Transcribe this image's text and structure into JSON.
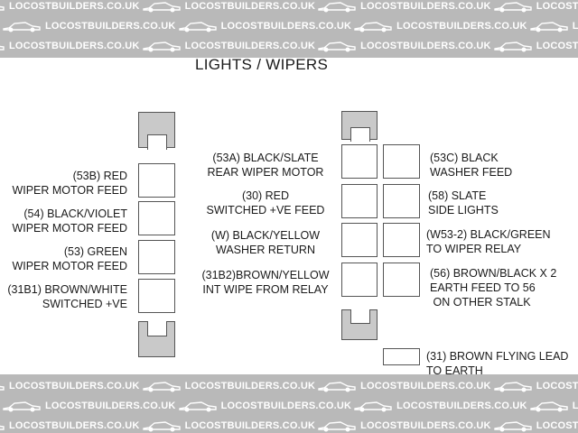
{
  "watermark": "LOCOSTBUILDERS.CO.UK",
  "title": "LIGHTS / WIPERS",
  "left_column": [
    {
      "line1": "(53B) RED",
      "line2": "WIPER MOTOR FEED"
    },
    {
      "line1": "(54) BLACK/VIOLET",
      "line2": "WIPER MOTOR FEED"
    },
    {
      "line1": "(53) GREEN",
      "line2": "WIPER MOTOR FEED"
    },
    {
      "line1": "(31B1) BROWN/WHITE",
      "line2": "SWITCHED +VE"
    }
  ],
  "middle_column": [
    {
      "line1": "(53A) BLACK/SLATE",
      "line2": "REAR WIPER MOTOR"
    },
    {
      "line1": "(30) RED",
      "line2": "SWITCHED +VE FEED"
    },
    {
      "line1": "(W) BLACK/YELLOW",
      "line2": "WASHER RETURN"
    },
    {
      "line1": "(31B2)BROWN/YELLOW",
      "line2": "INT WIPE FROM RELAY"
    }
  ],
  "right_column": [
    {
      "line1": "(53C) BLACK",
      "line2": "WASHER FEED",
      "line3": ""
    },
    {
      "line1": "(58) SLATE",
      "line2": "SIDE LIGHTS",
      "line3": ""
    },
    {
      "line1": "(W53-2) BLACK/GREEN",
      "line2": "TO WIPER RELAY",
      "line3": ""
    },
    {
      "line1": "(56) BROWN/BLACK X 2",
      "line2": "EARTH FEED TO 56",
      "line3": " ON OTHER STALK"
    }
  ],
  "earth": {
    "line1": "(31) BROWN FLYING LEAD",
    "line2": "TO EARTH"
  },
  "colors": {
    "band": "#b9b9b9",
    "plug": "#c9c9c9",
    "outline": "#555555"
  }
}
